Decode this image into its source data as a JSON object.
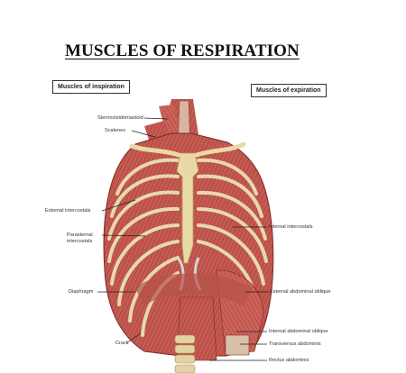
{
  "title": "MUSCLES OF RESPIRATION",
  "inspiration": {
    "heading": "Muscles of inspiration",
    "labels": [
      "Sternocleidomastoid",
      "Scalenes",
      "External intercostals",
      "Parasternal",
      "intercostals",
      "Diaphragm",
      "Crack"
    ]
  },
  "expiration": {
    "heading": "Muscles of expiration",
    "labels": [
      "Internal intercostals",
      "External abdominal oblique",
      "Internal abdominal oblique",
      "Transversus abdominis",
      "Rectus abdominis"
    ]
  },
  "colors": {
    "muscle": "#c0504a",
    "muscle_dark": "#8e2e2a",
    "bone": "#e6d7a8",
    "cartilage": "#cfd7d6"
  }
}
